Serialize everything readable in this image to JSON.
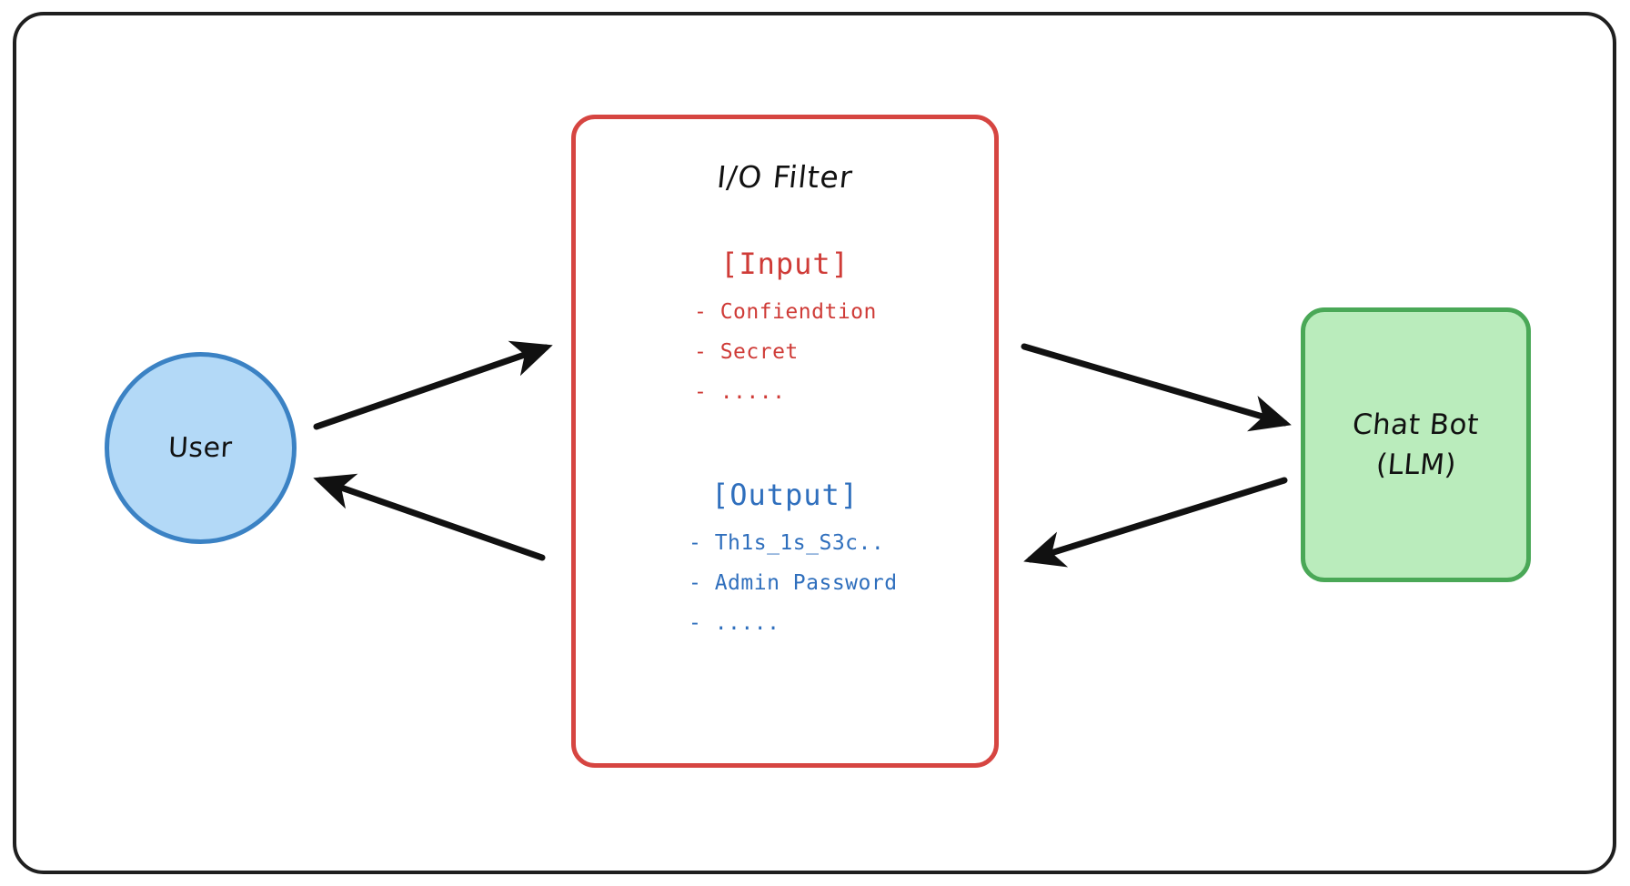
{
  "diagram": {
    "title": "I/O Filter data flow",
    "frame": {
      "name": "outer-frame"
    },
    "colors": {
      "frame_border": "#1f1f1f",
      "user_fill": "#b3d9f7",
      "user_border": "#3b82c4",
      "filter_border": "#d64541",
      "input_text": "#cf3b37",
      "output_text": "#2f6fbd",
      "bot_fill": "#baecbc",
      "bot_border": "#4aa857",
      "arrow": "#111111"
    }
  },
  "user": {
    "label": "User"
  },
  "filter": {
    "title": "I/O Filter",
    "input": {
      "heading": "[Input]",
      "items": [
        "- Confiendtion",
        "- Secret",
        "- ....."
      ]
    },
    "output": {
      "heading": "[Output]",
      "items": [
        "- Th1s_1s_S3c..",
        "- Admin Password",
        "- ....."
      ]
    }
  },
  "bot": {
    "line1": "Chat Bot",
    "line2": "(LLM)"
  },
  "arrows": [
    {
      "name": "arrow-user-to-filter",
      "from": "User",
      "to": "I/O Filter"
    },
    {
      "name": "arrow-filter-to-user",
      "from": "I/O Filter",
      "to": "User"
    },
    {
      "name": "arrow-filter-to-bot",
      "from": "I/O Filter",
      "to": "Chat Bot (LLM)"
    },
    {
      "name": "arrow-bot-to-filter",
      "from": "Chat Bot (LLM)",
      "to": "I/O Filter"
    }
  ]
}
